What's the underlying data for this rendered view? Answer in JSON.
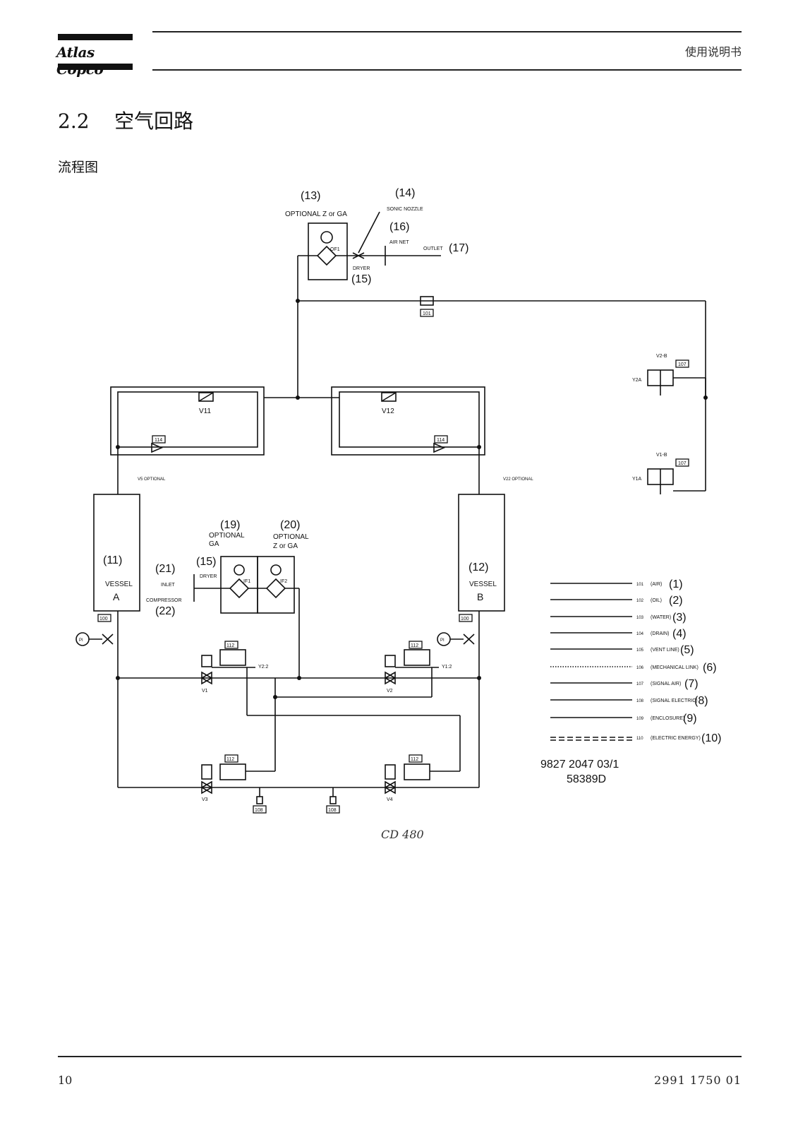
{
  "header": {
    "logo_text": "Atlas Copco",
    "right_label": "使用说明书"
  },
  "section": {
    "number": "2.2",
    "title": "空气回路",
    "subtitle": "流程图"
  },
  "diagram": {
    "callouts": {
      "c13": "(13)",
      "c13_sub": "OPTIONAL Z or GA",
      "c14": "(14)",
      "c14_sub": "SONIC NOZZLE",
      "c16": "(16)",
      "c16_sub": "AIR NET",
      "c17_sub": "OUTLET",
      "c17": "(17)",
      "c15a_sub": "DRYER",
      "c15a": "(15)",
      "of1": "OF1",
      "tag_101": "101",
      "v11": "V11",
      "v12": "V12",
      "tag_114a": "114",
      "tag_114b": "114",
      "v2b": "V2-B",
      "v1b": "V1-B",
      "y2a": "Y2A",
      "y1a": "Y1A",
      "tag_107a": "107",
      "tag_107b": "107",
      "v5_opt": "V5 OPTIONAL",
      "v22_opt": "V22 OPTIONAL",
      "c11": "(11)",
      "vessel_a": "VESSEL",
      "vessel_a_letter": "A",
      "c12": "(12)",
      "vessel_b": "VESSEL",
      "vessel_b_letter": "B",
      "c19": "(19)",
      "c19_sub1": "OPTIONAL",
      "c19_sub2": "GA",
      "c20": "(20)",
      "c20_sub1": "OPTIONAL",
      "c20_sub2": "Z or GA",
      "c21": "(21)",
      "c21_sub": "INLET",
      "c15b": "(15)",
      "c15b_sub": "DRYER",
      "c22_sub": "COMPRESSOR",
      "c22": "(22)",
      "if1": "IF1",
      "if2": "IF2",
      "tag_100a": "100",
      "tag_100b": "100",
      "pi1": "PI",
      "pi2": "PI",
      "tag_112a": "112",
      "tag_112b": "112",
      "tag_112c": "112",
      "tag_112d": "112",
      "v1": "V1",
      "v2": "V2",
      "v3": "V3",
      "v4": "V4",
      "y22": "Y2:2",
      "y12": "Y1:2",
      "tag_108a": "108",
      "tag_108b": "108",
      "doc_number": "9827 2047 03/1",
      "doc_code": "58389D"
    },
    "legend": [
      {
        "code": "101",
        "name": "(AIR)",
        "num": "(1)",
        "style": "solid"
      },
      {
        "code": "102",
        "name": "(OIL)",
        "num": "(2)",
        "style": "solid"
      },
      {
        "code": "103",
        "name": "(WATER)",
        "num": "(3)",
        "style": "solid"
      },
      {
        "code": "104",
        "name": "(DRAIN)",
        "num": "(4)",
        "style": "solid"
      },
      {
        "code": "105",
        "name": "(VENT LINE)",
        "num": "(5)",
        "style": "solid"
      },
      {
        "code": "106",
        "name": "(MECHANICAL LINK)",
        "num": "(6)",
        "style": "dotted"
      },
      {
        "code": "107",
        "name": "(SIGNAL AIR)",
        "num": "(7)",
        "style": "solid"
      },
      {
        "code": "108",
        "name": "(SIGNAL ELECTRIC)",
        "num": "(8)",
        "style": "solid"
      },
      {
        "code": "109",
        "name": "(ENCLOSURE)",
        "num": "(9)",
        "style": "solid"
      },
      {
        "code": "110",
        "name": "(ELECTRIC ENERGY)",
        "num": "(10)",
        "style": "dashed"
      }
    ]
  },
  "caption": "CD 480",
  "footer": {
    "page_number": "10",
    "doc_number": "2991 1750 01"
  }
}
